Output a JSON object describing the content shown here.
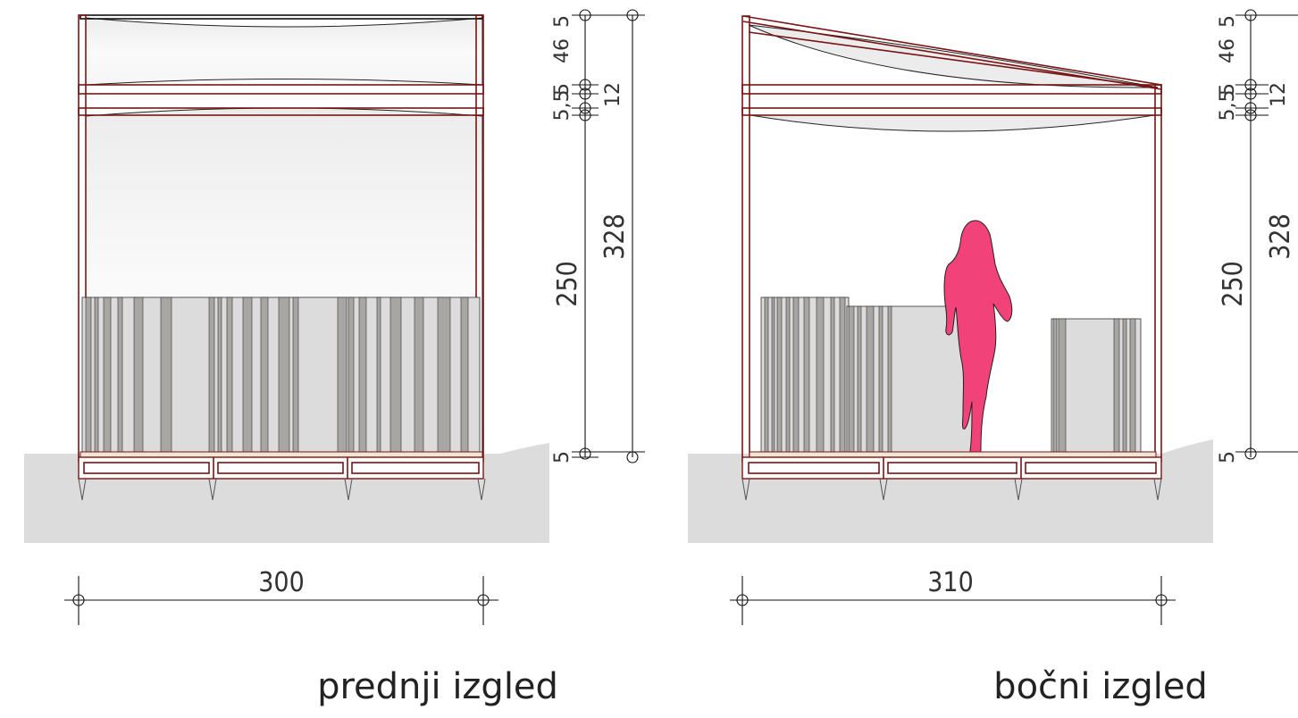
{
  "views": {
    "front": {
      "caption": "prednji izgled",
      "width_label": "300"
    },
    "side": {
      "caption": "bočni izgled",
      "width_label": "310"
    }
  },
  "vertical_dims": {
    "total": "328",
    "wall": "250",
    "segments": [
      "5",
      "46",
      "5",
      "5,5",
      "12",
      "5"
    ]
  },
  "colors": {
    "frame": "#7a1414",
    "ground": "#dcdcdc",
    "person": "#f2427a",
    "panel_light": "#dcdcdc",
    "panel_dark": "#a8a6a3"
  }
}
